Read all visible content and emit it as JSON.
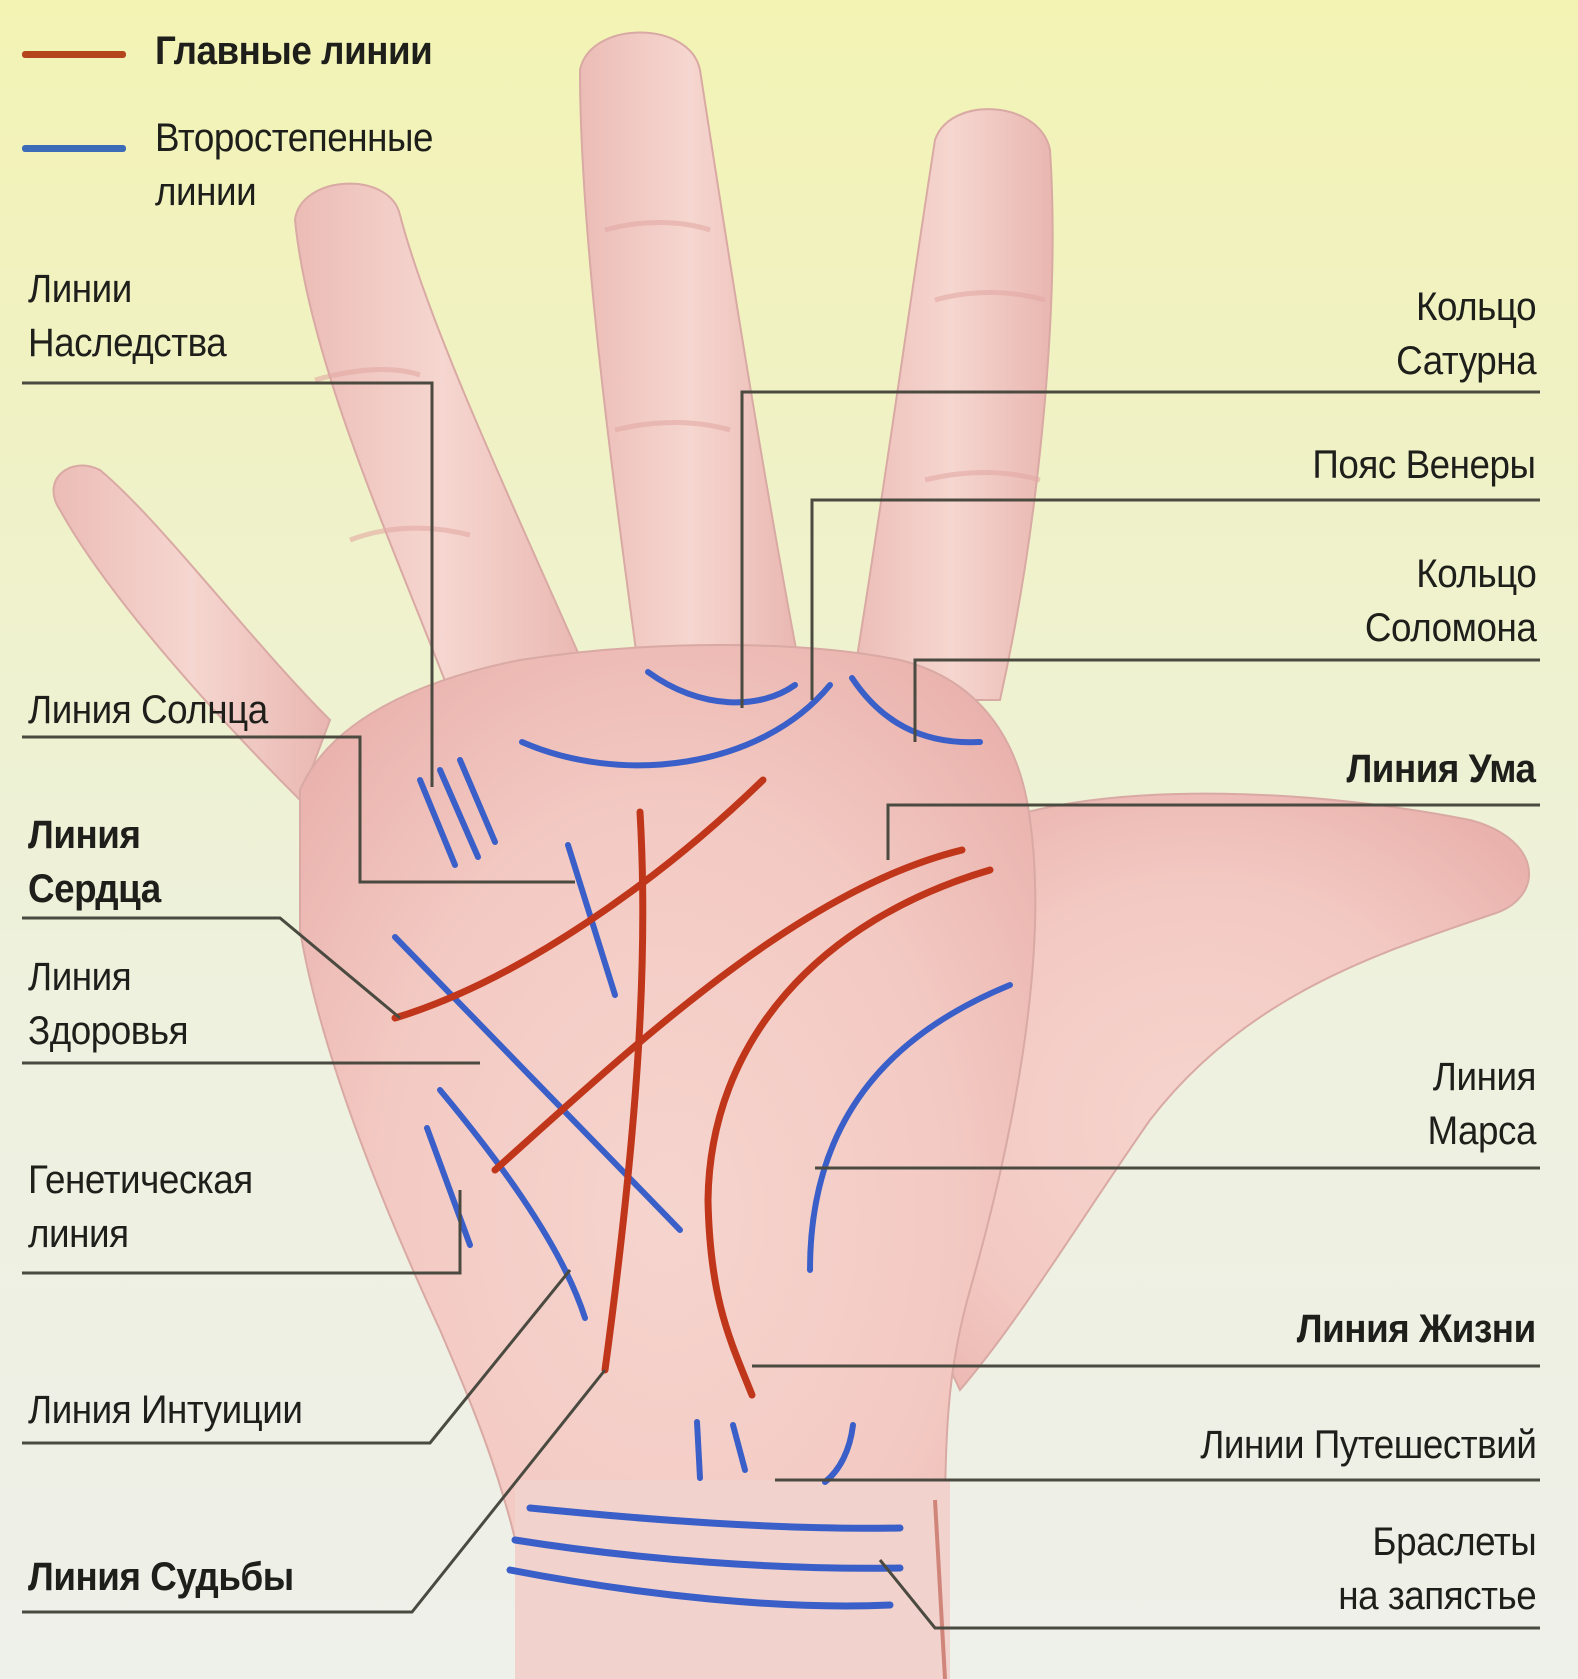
{
  "legend": {
    "main": {
      "label": "Главные линии",
      "color": "#b5451b"
    },
    "secondary": {
      "label_line1": "Второстепенные",
      "label_line2": "линии",
      "color": "#3c6bb8"
    }
  },
  "colors": {
    "main_line": "#c0361a",
    "secondary_line": "#3a5fc8",
    "leader": "#4a4a40",
    "skin": "#f2c9c4",
    "skin_shadow": "#e8a8a4"
  },
  "labels_left": [
    {
      "id": "heredity",
      "line1": "Линии",
      "line2": "Наследства",
      "bold": false
    },
    {
      "id": "sun",
      "line1": "Линия Солнца",
      "bold": false
    },
    {
      "id": "heart",
      "line1": "Линия",
      "line2": "Сердца",
      "bold": true
    },
    {
      "id": "health",
      "line1": "Линия",
      "line2": "Здоровья",
      "bold": false
    },
    {
      "id": "genetic",
      "line1": "Генетическая",
      "line2": "линия",
      "bold": false
    },
    {
      "id": "intuition",
      "line1": "Линия Интуиции",
      "bold": false
    },
    {
      "id": "fate",
      "line1": "Линия Судьбы",
      "bold": true
    }
  ],
  "labels_right": [
    {
      "id": "saturn",
      "line1": "Кольцо",
      "line2": "Сатурна",
      "bold": false
    },
    {
      "id": "venus",
      "line1": "Пояс Венеры",
      "bold": false
    },
    {
      "id": "solomon",
      "line1": "Кольцо",
      "line2": "Соломона",
      "bold": false
    },
    {
      "id": "mind",
      "line1": "Линия Ума",
      "bold": true
    },
    {
      "id": "mars",
      "line1": "Линия",
      "line2": "Марса",
      "bold": false
    },
    {
      "id": "life",
      "line1": "Линия Жизни",
      "bold": true
    },
    {
      "id": "travel",
      "line1": "Линии Путешествий",
      "bold": false
    },
    {
      "id": "bracelets",
      "line1": "Браслеты",
      "line2": "на запястье",
      "bold": false
    }
  ]
}
